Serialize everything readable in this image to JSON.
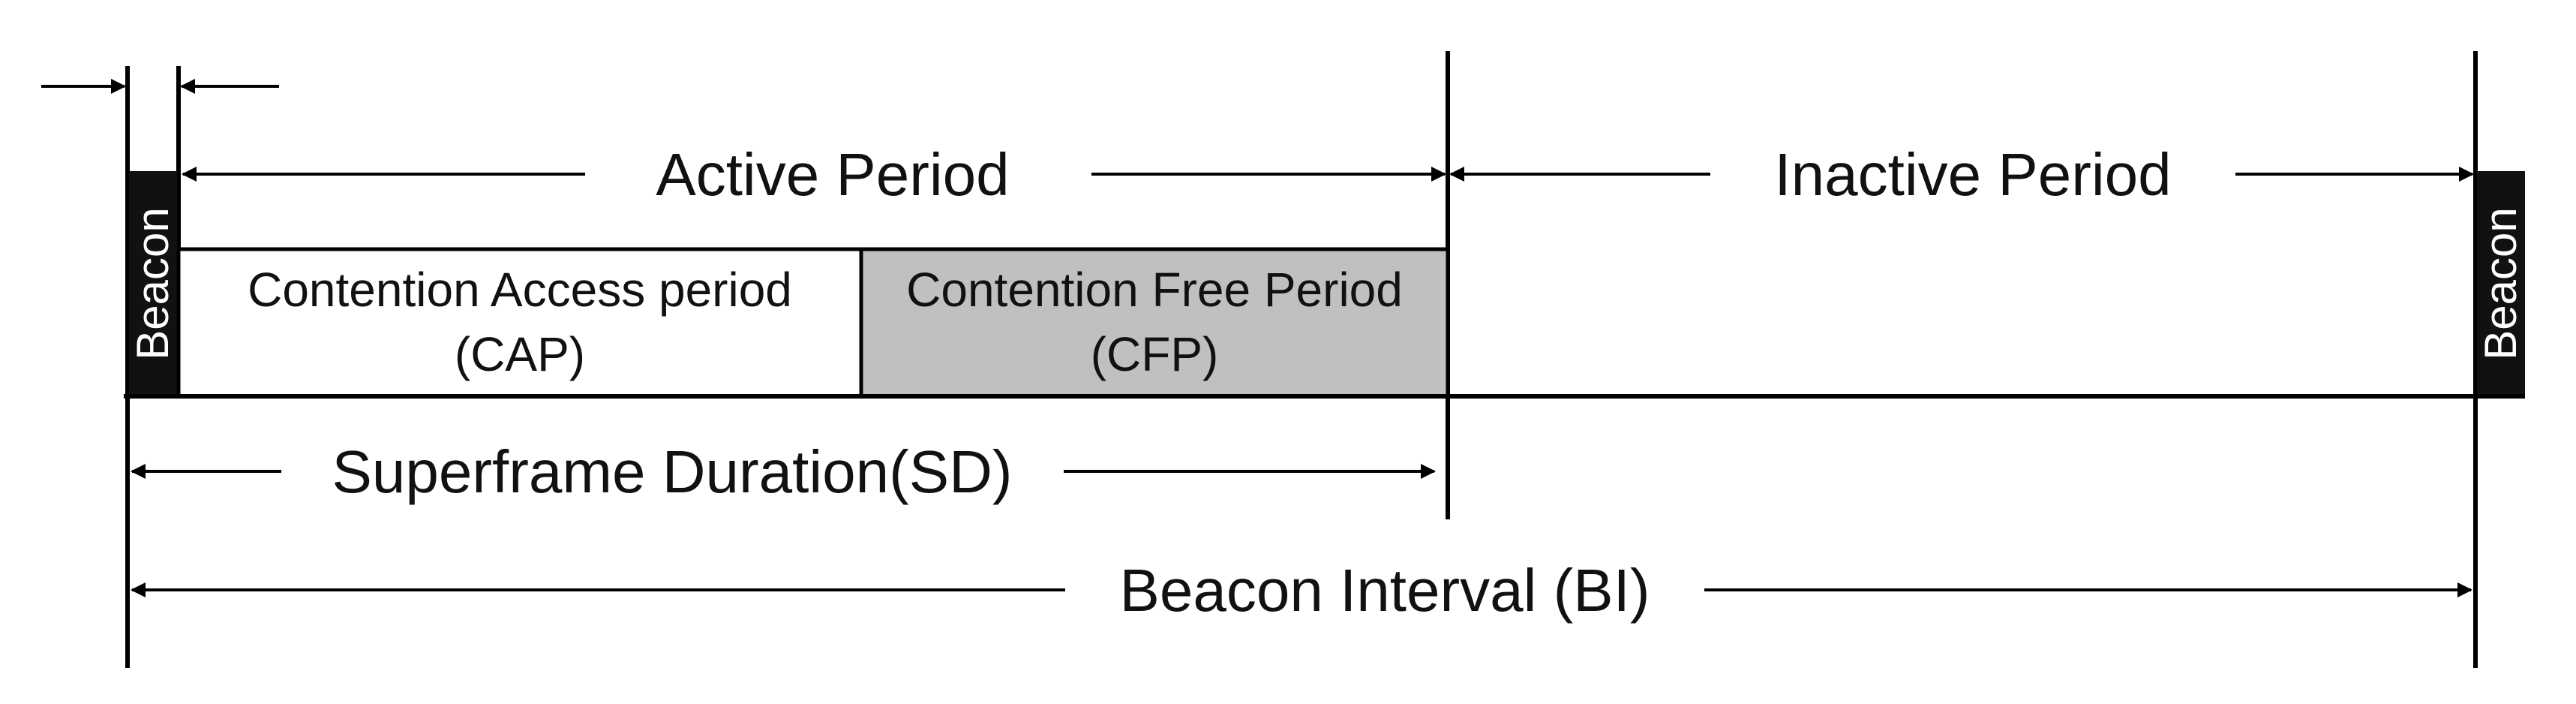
{
  "diagram": {
    "beacon_left": "Beacon",
    "beacon_right": "Beacon",
    "active_period": "Active Period",
    "inactive_period": "Inactive Period",
    "cap_line1": "Contention Access period",
    "cap_line2": "(CAP)",
    "cfp_line1": "Contention Free Period",
    "cfp_line2": "(CFP)",
    "superframe_duration": "Superframe Duration(SD)",
    "beacon_interval": "Beacon Interval (BI)"
  },
  "colors": {
    "beacon_fill": "#111111",
    "cfp_fill": "#c0c0c0",
    "line": "#000000",
    "background": "#ffffff"
  }
}
